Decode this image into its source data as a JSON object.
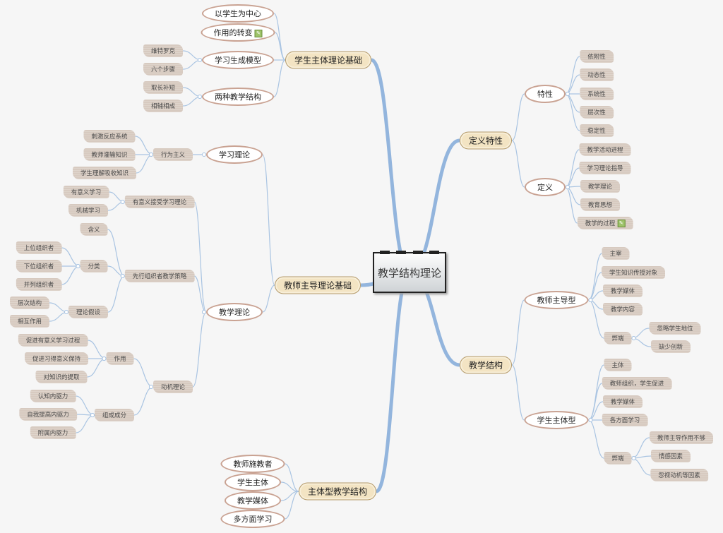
{
  "root": "教学结构理论",
  "st": {
    "label": "学生主体理论基础",
    "c": [
      {
        "label": "以学生为中心"
      },
      {
        "label": "作用的转变",
        "icon": "note-icon"
      },
      {
        "label": "学习生成模型",
        "c": [
          "维特罗克",
          "六个步骤"
        ]
      },
      {
        "label": "两种教学结构",
        "c": [
          "取长补短",
          "相辅相成"
        ]
      }
    ]
  },
  "tt": {
    "label": "教师主导理论基础",
    "c": [
      {
        "label": "学习理论",
        "c": [
          {
            "label": "行为主义",
            "c": [
              "刺激反应系统",
              "教师灌输知识",
              "学生理解吸收知识"
            ]
          }
        ]
      },
      {
        "label": "教学理论",
        "c": [
          {
            "label": "有意义接受学习理论",
            "c": [
              "有意义学习",
              "机械学习"
            ]
          },
          {
            "label": "先行组织者教学策略",
            "c": [
              {
                "label": "含义"
              },
              {
                "label": "分类",
                "c": [
                  "上位组织者",
                  "下位组织者",
                  "并列组织者"
                ]
              },
              {
                "label": "理论假设",
                "c": [
                  "层次结构",
                  "相互作用"
                ]
              }
            ]
          },
          {
            "label": "动机理论",
            "c": [
              {
                "label": "作用",
                "c": [
                  "促进有意义学习过程",
                  "促进习得意义保持",
                  "对知识的提取"
                ]
              },
              {
                "label": "组成成分",
                "c": [
                  "认知内驱力",
                  "自我提高内驱力",
                  "附属内驱力"
                ]
              }
            ]
          }
        ]
      }
    ]
  },
  "sm": {
    "label": "主体型教学结构",
    "c": [
      "教师施教者",
      "学生主体",
      "教学媒体",
      "多方面学习"
    ]
  },
  "df": {
    "label": "定义特性",
    "c": [
      {
        "label": "特性",
        "c": [
          "依附性",
          "动态性",
          "系统性",
          "层次性",
          "稳定性"
        ]
      },
      {
        "label": "定义",
        "c": [
          "教学活动进程",
          "学习理论指导",
          "教学理论",
          "教育思想",
          "教学的过程"
        ]
      }
    ]
  },
  "ts": {
    "label": "教学结构",
    "c": [
      {
        "label": "教师主导型",
        "c": [
          {
            "label": "主宰"
          },
          {
            "label": "学生知识传授对象"
          },
          {
            "label": "教学媒体"
          },
          {
            "label": "教学内容"
          },
          {
            "label": "弊端",
            "c": [
              "忽略学生地位",
              "缺少创新"
            ]
          }
        ]
      },
      {
        "label": "学生主体型",
        "c": [
          {
            "label": "主体"
          },
          {
            "label": "教师组织，学生促进"
          },
          {
            "label": "教学媒体"
          },
          {
            "label": "各方面学习"
          },
          {
            "label": "弊端",
            "c": [
              "教师主导作用不够",
              "情感因素",
              "忽视动机等因素"
            ]
          }
        ]
      }
    ]
  },
  "colors": {
    "wire": "#a9c4e2",
    "trunk": "#93b5dd"
  }
}
